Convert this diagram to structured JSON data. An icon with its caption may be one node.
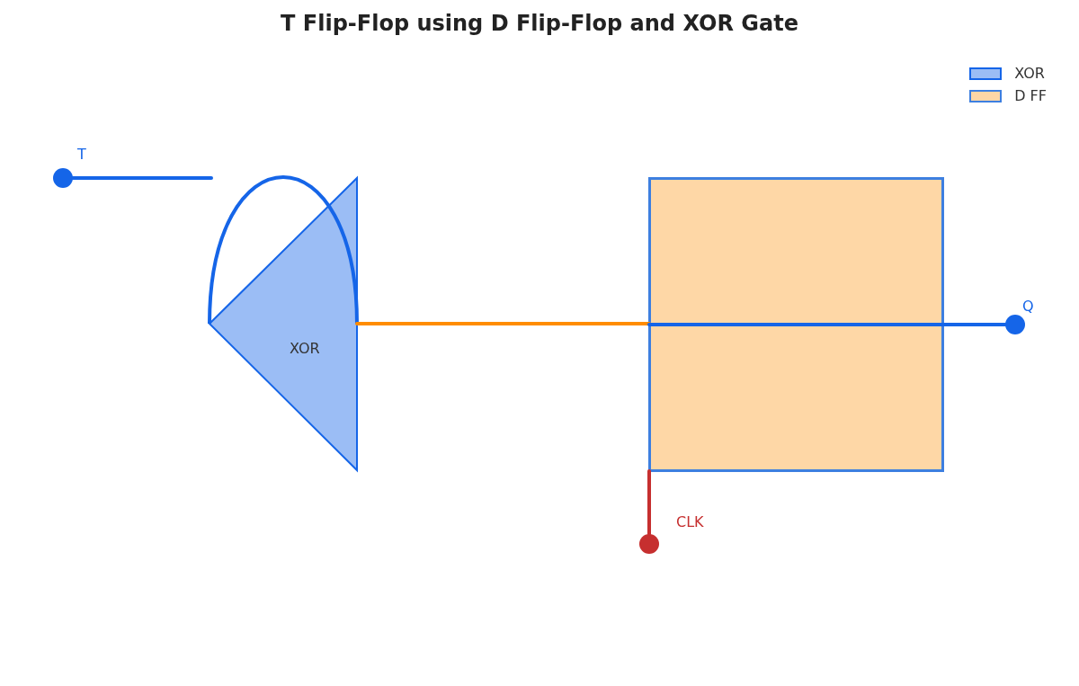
{
  "diagram": {
    "title": "T Flip-Flop using D Flip-Flop and XOR Gate",
    "nodes": [
      {
        "text": [
          "T"
        ]
      },
      {
        "text": [
          "XOR"
        ]
      },
      {
        "text": [],
        "shape": "box"
      },
      {
        "text": [
          "Q"
        ]
      },
      {
        "text": [
          "CLK"
        ]
      }
    ],
    "edges": [
      {
        "from": 0,
        "to": null,
        "arrow": "none"
      },
      {
        "from": 1,
        "to": 2,
        "arrow": "none",
        "color": "#ff8c00"
      },
      {
        "from": 2,
        "to": 3,
        "arrow": "none"
      },
      {
        "from": 4,
        "to": 2,
        "arrow": "none",
        "color": "#c62f2f"
      }
    ],
    "legend": [
      {
        "text": "XOR",
        "color": "#9bbdf5"
      },
      {
        "text": "D FF",
        "color": "#fed7a6"
      }
    ]
  }
}
